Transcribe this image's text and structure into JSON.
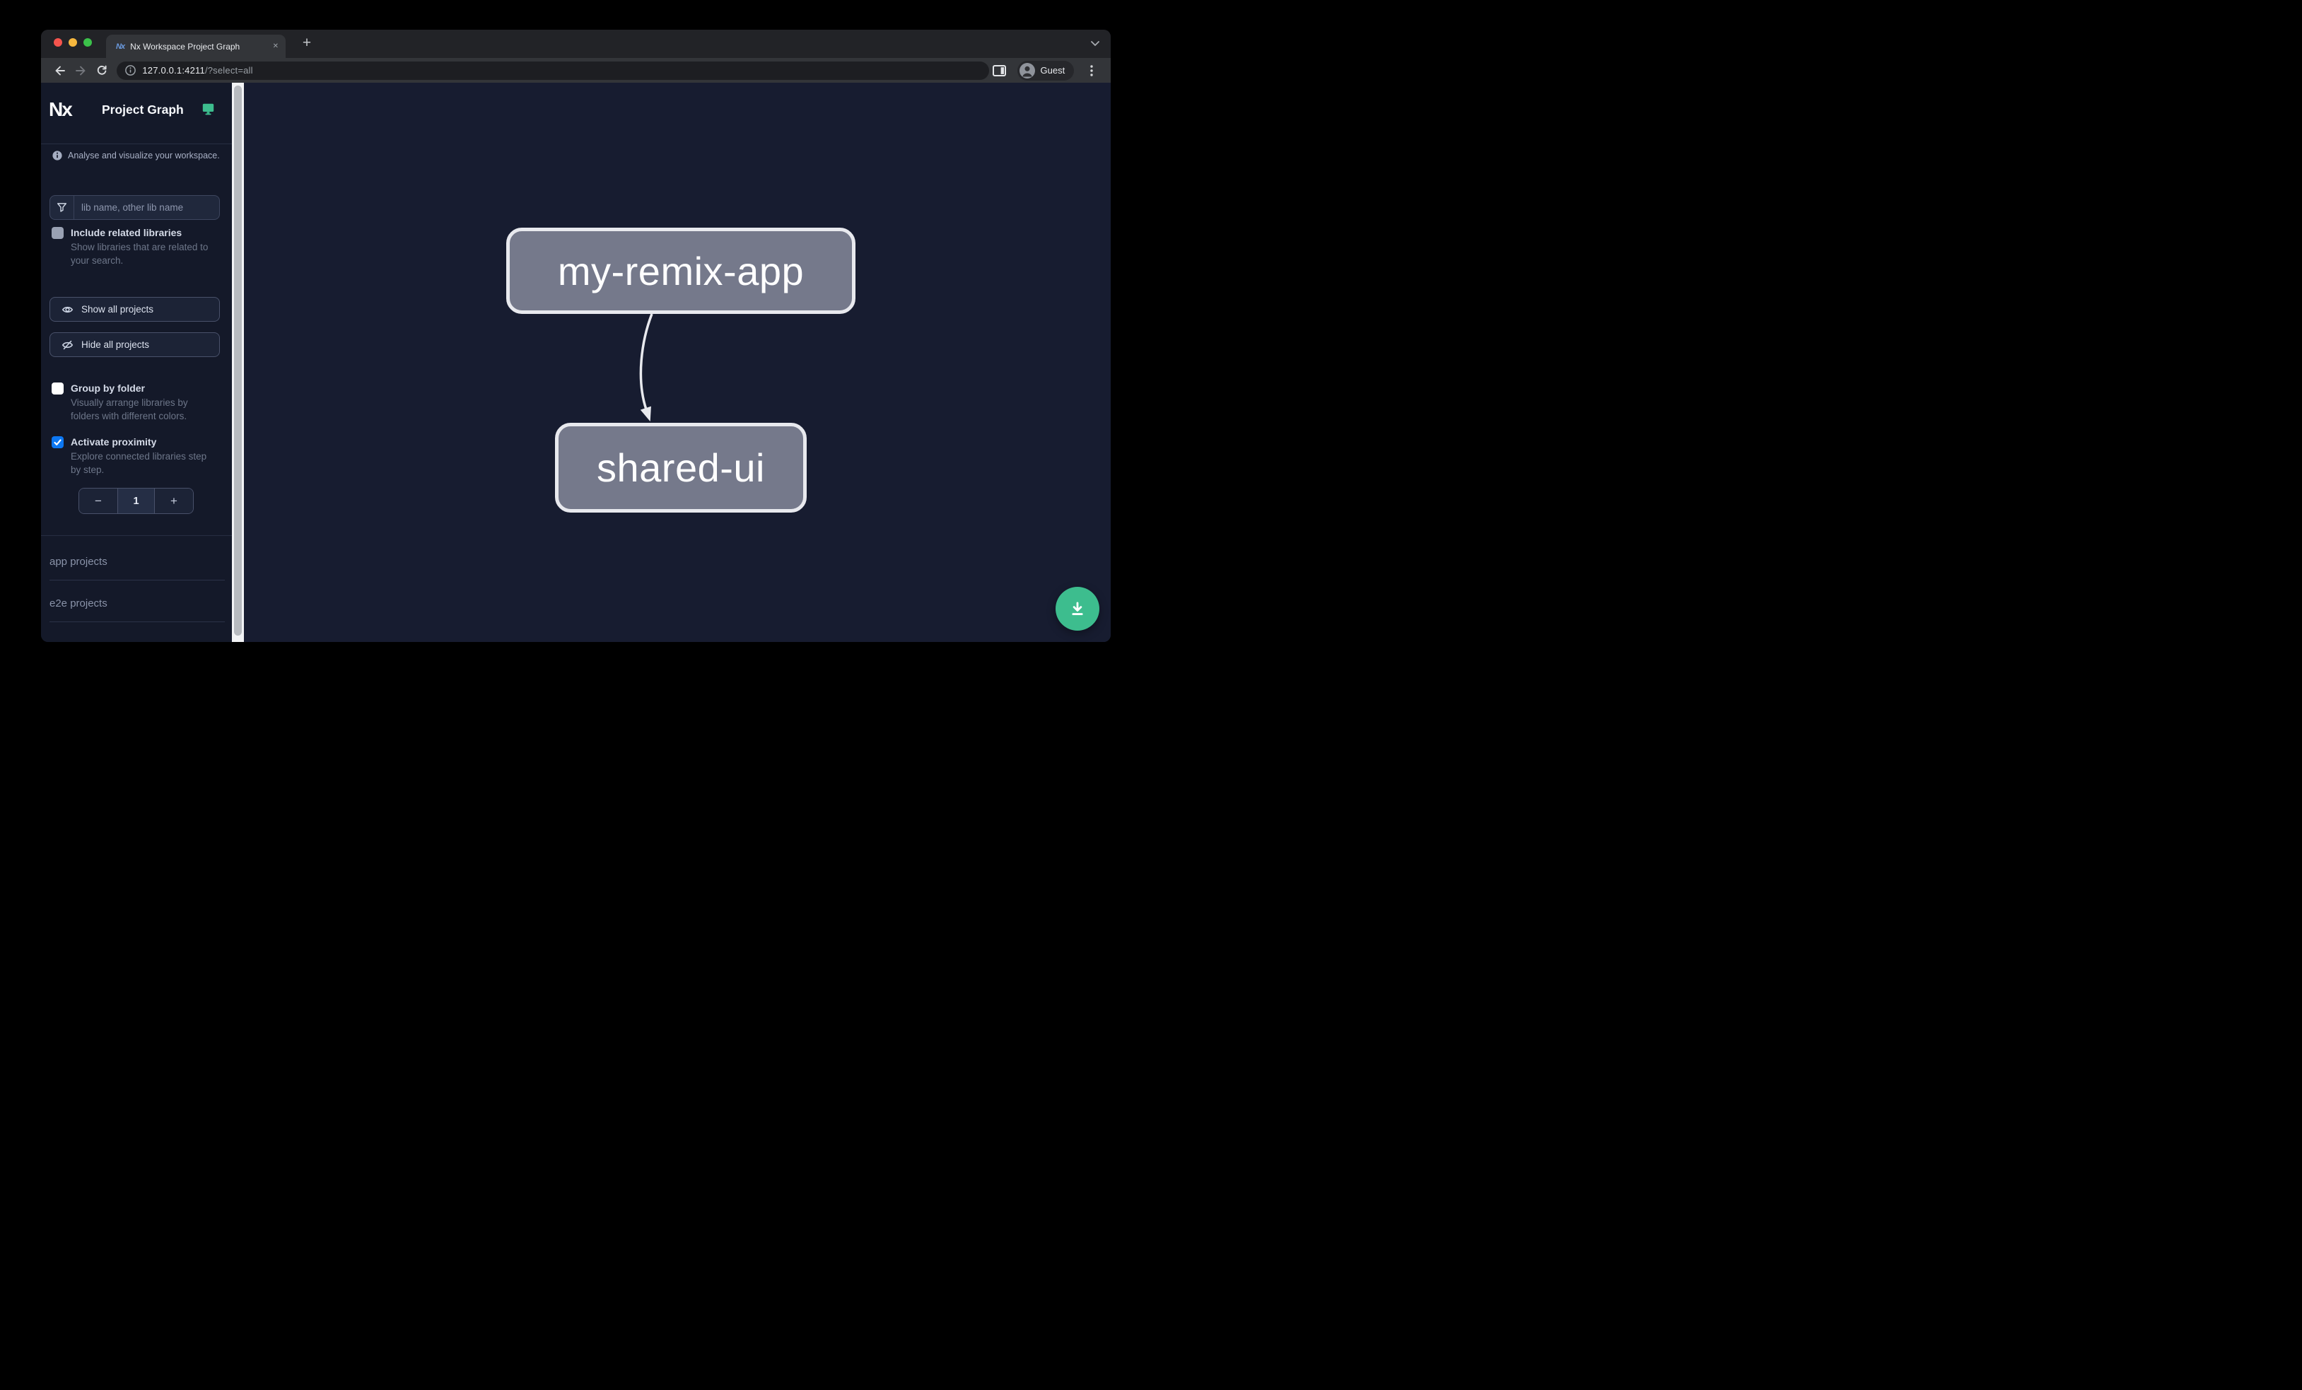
{
  "browser": {
    "favicon_text": "Nx",
    "tab_title": "Nx Workspace Project Graph",
    "tab_close": "✕",
    "new_tab": "+",
    "url_host": "127.0.0.1:4211",
    "url_path": "/?select=all",
    "profile": "Guest"
  },
  "sidebar": {
    "logo": "Nx",
    "title": "Project Graph",
    "tagline": "Analyse and visualize your workspace.",
    "filter_placeholder": "lib name, other lib name",
    "options": [
      {
        "label": "Include related libraries",
        "description": "Show libraries that are related to your search.",
        "checked": false,
        "disabled": true
      },
      {
        "label": "Group by folder",
        "description": "Visually arrange libraries by folders with different colors.",
        "checked": false,
        "disabled": false
      },
      {
        "label": "Activate proximity",
        "description": "Explore connected libraries step by step.",
        "checked": true,
        "disabled": false
      }
    ],
    "show_all_label": "Show all projects",
    "hide_all_label": "Hide all projects",
    "proximity_stepper": {
      "decrement": "−",
      "value": "1",
      "increment": "+"
    },
    "sections": [
      {
        "label": "app projects"
      },
      {
        "label": "e2e projects"
      }
    ]
  },
  "graph": {
    "nodes": [
      {
        "label": "my-remix-app"
      },
      {
        "label": "shared-ui"
      }
    ],
    "edges": [
      {
        "source": "my-remix-app",
        "target": "shared-ui"
      }
    ]
  },
  "colors": {
    "accent_green": "#3dbd8e",
    "checkbox_blue": "#0c77f2",
    "node_fill": "#75798b",
    "node_border": "#e8e9ee",
    "canvas_bg": "#171c30",
    "sidebar_bg": "#141929"
  }
}
